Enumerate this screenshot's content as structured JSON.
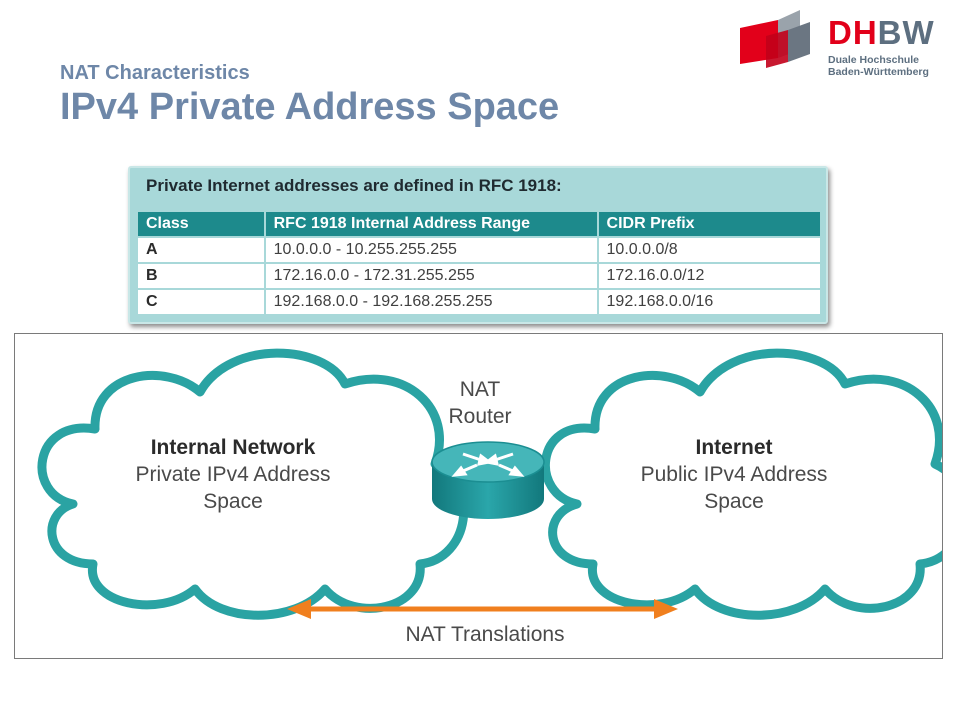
{
  "header": {
    "subtitle": "NAT Characteristics",
    "title": "IPv4 Private Address Space"
  },
  "logo": {
    "text_dh": "DH",
    "text_bw": "BW",
    "line1": "Duale Hochschule",
    "line2": "Baden-Württemberg",
    "colors": {
      "red": "#e2001a",
      "gray": "#5d6f80"
    }
  },
  "rfc_table": {
    "caption": "Private Internet addresses are defined in RFC 1918:",
    "headers": [
      "Class",
      "RFC 1918 Internal Address Range",
      "CIDR Prefix"
    ],
    "rows": [
      [
        "A",
        "10.0.0.0 - 10.255.255.255",
        "10.0.0.0/8"
      ],
      [
        "B",
        "172.16.0.0 - 172.31.255.255",
        "172.16.0.0/12"
      ],
      [
        "C",
        "192.168.0.0 - 192.168.255.255",
        "192.168.0.0/16"
      ]
    ]
  },
  "diagram": {
    "internal": {
      "title": "Internal Network",
      "line1": "Private IPv4 Address",
      "line2": "Space"
    },
    "router": {
      "line1": "NAT",
      "line2": "Router"
    },
    "internet": {
      "title": "Internet",
      "line1": "Public IPv4 Address",
      "line2": "Space"
    },
    "translations": "NAT Translations",
    "colors": {
      "cloud": "#2aa3a3",
      "arrow": "#f07f1e",
      "router": "#1b8e92"
    }
  }
}
